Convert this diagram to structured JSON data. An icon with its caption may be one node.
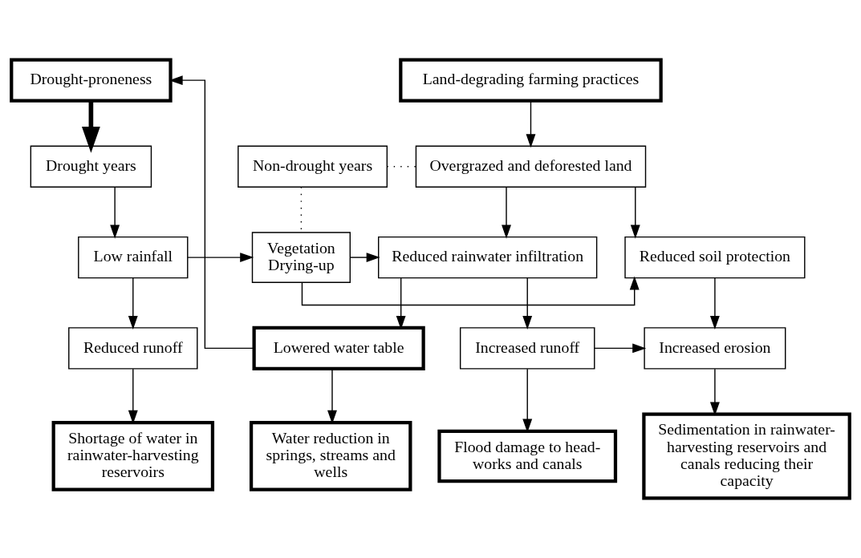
{
  "diagram": {
    "nodes": [
      {
        "text": [
          "Drought-proneness"
        ]
      },
      {
        "text": [
          "Land-degrading farming practices"
        ]
      },
      {
        "text": [
          "Drought years"
        ]
      },
      {
        "text": [
          "Non-drought years"
        ]
      },
      {
        "text": [
          "Overgrazed and deforested land"
        ]
      },
      {
        "text": [
          "Low rainfall"
        ]
      },
      {
        "text": [
          "Vegetation Drying-up"
        ]
      },
      {
        "text": [
          "Reduced rainwater infiltration"
        ]
      },
      {
        "text": [
          "Reduced soil protection"
        ]
      },
      {
        "text": [
          "Reduced runoff"
        ]
      },
      {
        "text": [
          "Lowered water table"
        ]
      },
      {
        "text": [
          "Increased runoff"
        ]
      },
      {
        "text": [
          "Increased erosion"
        ]
      },
      {
        "text": [
          "Shortage of water in rainwater-harvesting reservoirs"
        ]
      },
      {
        "text": [
          "Water reduction in springs, streams and wells"
        ]
      },
      {
        "text": [
          "Flood damage to head-works and canals"
        ]
      },
      {
        "text": [
          "Sedimentation in rainwater-harvesting reservoirs and canals reducing their capacity"
        ]
      }
    ],
    "edges": [
      {
        "from": 0,
        "to": 2,
        "arrow": "to",
        "style": "thick"
      },
      {
        "from": 1,
        "to": 4,
        "arrow": "to"
      },
      {
        "from": 3,
        "to": 4,
        "arrow": "none",
        "style": "dashed"
      },
      {
        "from": 3,
        "to": 6,
        "arrow": "none",
        "style": "dashed"
      },
      {
        "from": 2,
        "to": 5,
        "arrow": "to"
      },
      {
        "from": 4,
        "to": 7,
        "arrow": "to"
      },
      {
        "from": 4,
        "to": 8,
        "arrow": "to"
      },
      {
        "from": 6,
        "to": 8,
        "arrow": "to"
      },
      {
        "from": 5,
        "to": 6,
        "arrow": "to"
      },
      {
        "from": 6,
        "to": 7,
        "arrow": "to"
      },
      {
        "from": 5,
        "to": 9,
        "arrow": "to"
      },
      {
        "from": 7,
        "to": 10,
        "arrow": "to"
      },
      {
        "from": 7,
        "to": 11,
        "arrow": "to"
      },
      {
        "from": 8,
        "to": 12,
        "arrow": "to"
      },
      {
        "from": 11,
        "to": 12,
        "arrow": "to"
      },
      {
        "from": 10,
        "to": 0,
        "arrow": "to"
      },
      {
        "from": 9,
        "to": 13,
        "arrow": "to"
      },
      {
        "from": 10,
        "to": 14,
        "arrow": "to"
      },
      {
        "from": 11,
        "to": 15,
        "arrow": "to"
      },
      {
        "from": 12,
        "to": 16,
        "arrow": "to"
      }
    ]
  }
}
